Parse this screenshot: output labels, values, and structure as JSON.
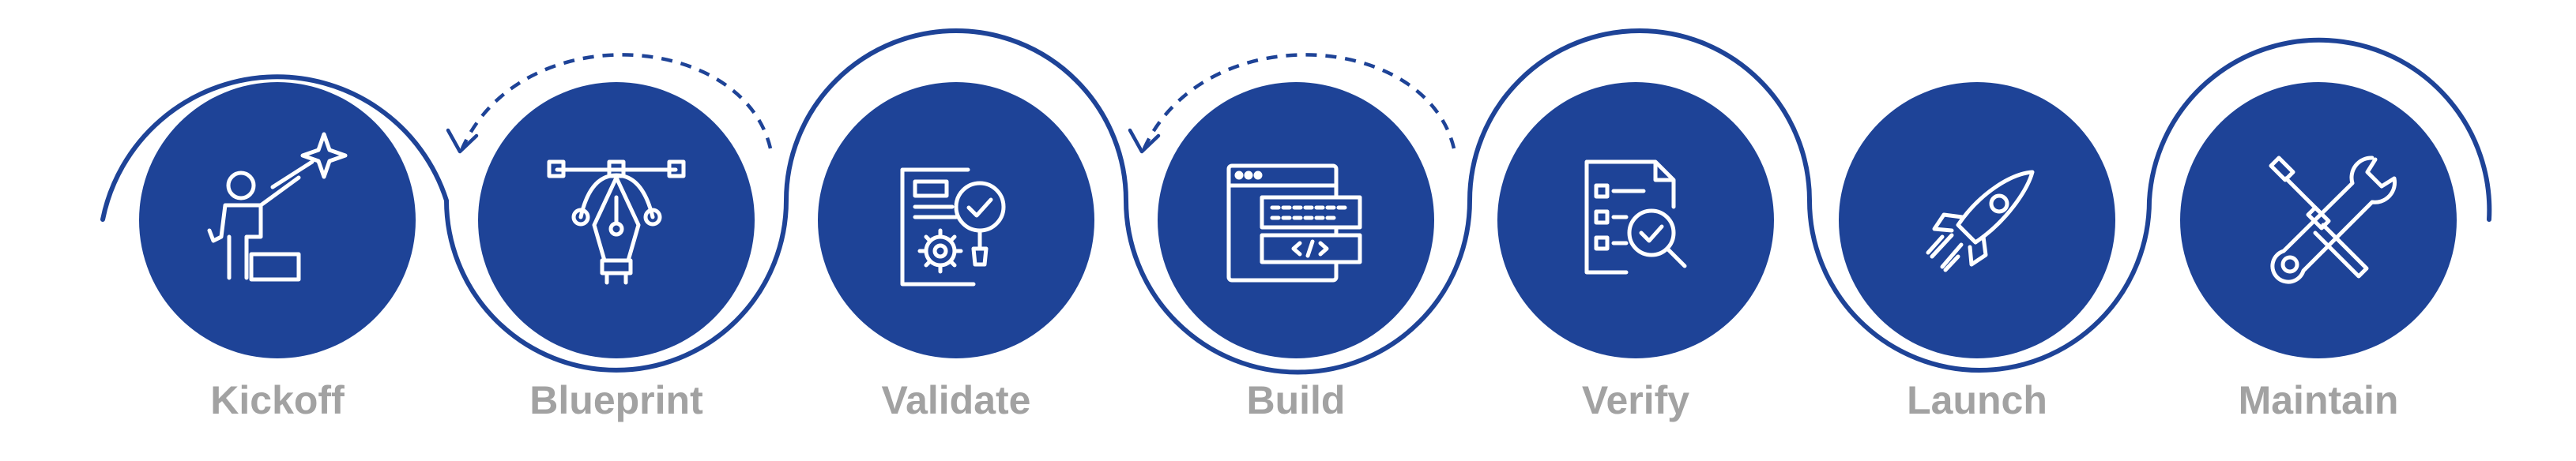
{
  "colors": {
    "accent": "#1e4397",
    "icon": "#ffffff",
    "label": "#a2a2a2",
    "background": "#ffffff"
  },
  "steps": [
    {
      "label": "Kickoff",
      "icon": "presenter-pointing-star-icon"
    },
    {
      "label": "Blueprint",
      "icon": "pen-tool-bezier-icon"
    },
    {
      "label": "Validate",
      "icon": "document-gear-magnifier-check-icon"
    },
    {
      "label": "Build",
      "icon": "code-window-icon"
    },
    {
      "label": "Verify",
      "icon": "checklist-magnifier-icon"
    },
    {
      "label": "Launch",
      "icon": "rocket-icon"
    },
    {
      "label": "Maintain",
      "icon": "wrench-screwdriver-icon"
    }
  ]
}
